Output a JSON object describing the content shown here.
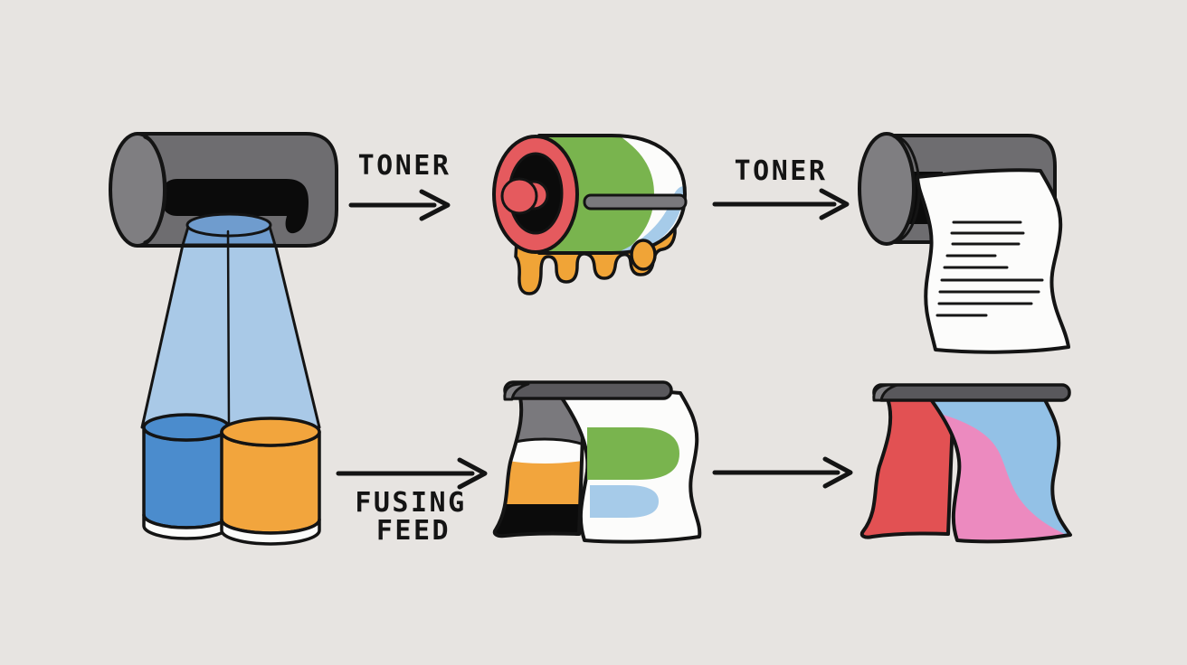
{
  "diagram": {
    "labels": {
      "toner_1": "TONER",
      "toner_2": "TONER",
      "fusing_line_1": "FUSING",
      "fusing_line_2": "FEED"
    }
  },
  "colors": {
    "background": "#e7e4e1",
    "outline": "#141414",
    "unit_gray": "#6e6d70",
    "unit_gray_light": "#7f7e81",
    "bar_gray": "#59585c",
    "slot_gray": "#7a797d",
    "beam_light": "#a9c9e7",
    "beam_dark": "#6f9cce",
    "cylinder_blue": "#4b8ccd",
    "cylinder_orange": "#f2a53d",
    "roller_red": "#e55a5e",
    "roller_green": "#79b44e",
    "roller_blue": "#a6cbe9",
    "drip_orange": "#f0a437",
    "paper_white": "#fcfcfb",
    "sheet_red": "#e25153",
    "sheet_pink": "#ec8abf",
    "sheet_blue": "#93c1e6"
  }
}
